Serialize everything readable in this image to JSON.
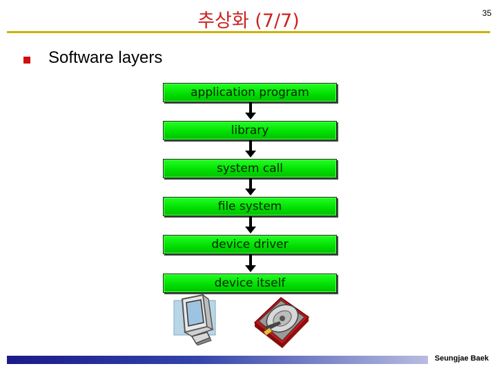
{
  "slide": {
    "title": "추상화 (7/7)",
    "page_number": "35",
    "author": "Seungjae Baek"
  },
  "content": {
    "heading": "Software layers",
    "layers": [
      "application program",
      "library",
      "system call",
      "file system",
      "device driver",
      "device itself"
    ]
  },
  "colors": {
    "title": "#cc2222",
    "rule": "#c8b400",
    "bullet": "#d01010",
    "layer_fill": "#00dd00"
  },
  "icons": [
    "monitor-icon",
    "hard-disk-icon"
  ]
}
